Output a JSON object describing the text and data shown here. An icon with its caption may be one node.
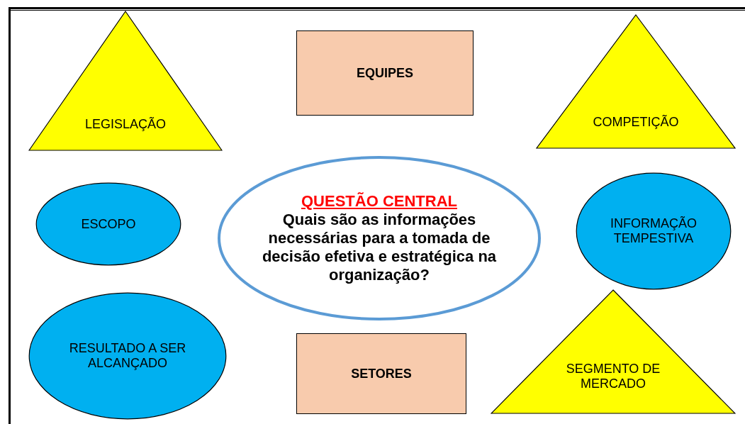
{
  "diagram": {
    "nodes": [
      {
        "text": [
          "LEGISLAÇÃO"
        ]
      },
      {
        "text": [
          "EQUIPES"
        ]
      },
      {
        "text": [
          "COMPETIÇÃO"
        ]
      },
      {
        "text": [
          "ESCOPO"
        ]
      },
      {
        "text": [
          "QUESTÃO CENTRAL",
          "Quais são as informações necessárias para a tomada de decisão efetiva e estratégica na organização?"
        ]
      },
      {
        "text": [
          "INFORMAÇÃO TEMPESTIVA"
        ]
      },
      {
        "text": [
          "RESULTADO A SER ALCANÇADO"
        ]
      },
      {
        "text": [
          "SETORES"
        ]
      },
      {
        "text": [
          "SEGMENTO DE MERCADO"
        ]
      }
    ],
    "edges": []
  }
}
